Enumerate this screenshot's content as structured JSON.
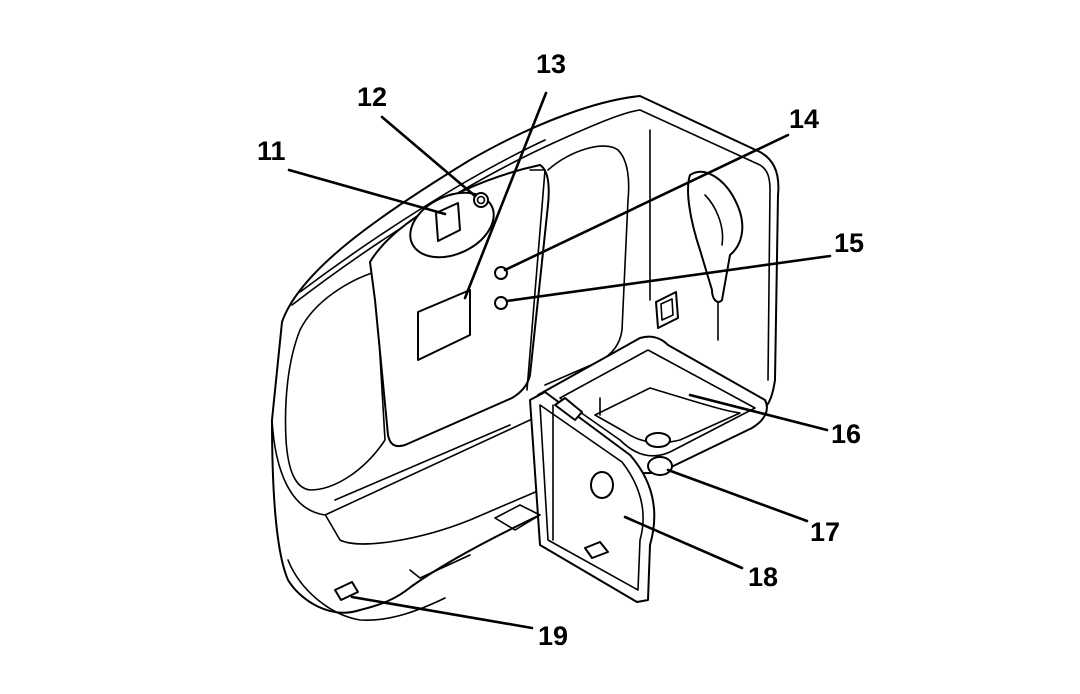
{
  "diagram": {
    "callouts": [
      {
        "id": "c11",
        "label": "11"
      },
      {
        "id": "c12",
        "label": "12"
      },
      {
        "id": "c13",
        "label": "13"
      },
      {
        "id": "c14",
        "label": "14"
      },
      {
        "id": "c15",
        "label": "15"
      },
      {
        "id": "c16",
        "label": "16"
      },
      {
        "id": "c17",
        "label": "17"
      },
      {
        "id": "c18",
        "label": "18"
      },
      {
        "id": "c19",
        "label": "19"
      }
    ]
  }
}
